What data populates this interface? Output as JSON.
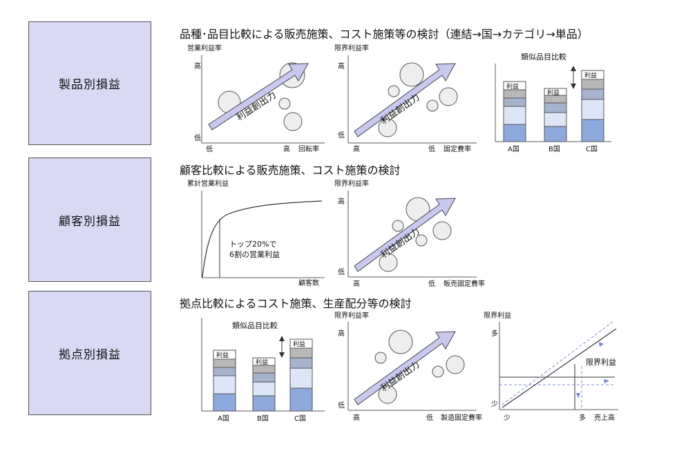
{
  "sections": [
    {
      "label": "製品別損益",
      "heading": "品種･品目比較による販売施策、コスト施策等の検討（連結→国→カテゴリ→単品）",
      "chart1": {
        "ylabel": "営業利益率",
        "high": "高",
        "low": "低",
        "x_low": "低",
        "x_high": "高",
        "xlabel": "回転率",
        "arrow": "利益創出力"
      },
      "chart2": {
        "ylabel": "限界利益率",
        "high": "高",
        "low": "低",
        "x_high": "高",
        "x_low": "低",
        "xlabel": "固定費率",
        "arrow": "利益創出力"
      },
      "chart3": {
        "title": "類似品目比較",
        "profit": "利益",
        "categories": [
          "A国",
          "B国",
          "C国"
        ]
      }
    },
    {
      "label": "顧客別損益",
      "heading": "顧客比較による販売施策、コスト施策の検討",
      "chart1": {
        "ylabel": "累計営業利益",
        "xlabel": "顧客数",
        "note1": "トップ20%で",
        "note2": "6割の営業利益"
      },
      "chart2": {
        "ylabel": "限界利益率",
        "high": "高",
        "low": "低",
        "x_high": "高",
        "x_low": "低",
        "xlabel": "販売固定費率",
        "arrow": "利益創出力"
      }
    },
    {
      "label": "拠点別損益",
      "heading": "拠点比較によるコスト施策、生産配分等の検討",
      "chart1": {
        "title": "類似品目比較",
        "profit": "利益",
        "categories": [
          "A国",
          "B国",
          "C国"
        ]
      },
      "chart2": {
        "ylabel": "限界利益率",
        "high": "高",
        "low": "低",
        "x_high": "高",
        "x_low": "低",
        "xlabel": "製造固定費率",
        "arrow": "利益創出力"
      },
      "chart3": {
        "ylabel": "限界利益",
        "y_high": "多",
        "y_low": "少",
        "x_low": "少",
        "x_high": "多",
        "xlabel": "売上高",
        "line_label": "限界利益"
      }
    }
  ],
  "colors": {
    "side_box": "#d9d9f3",
    "arrow_fill": "#c9c9f0",
    "bar_gray": "#b8b8b8",
    "bar_slate": "#a6b3cc",
    "bar_light": "#dde6f7",
    "bar_blue": "#8ea9db"
  }
}
